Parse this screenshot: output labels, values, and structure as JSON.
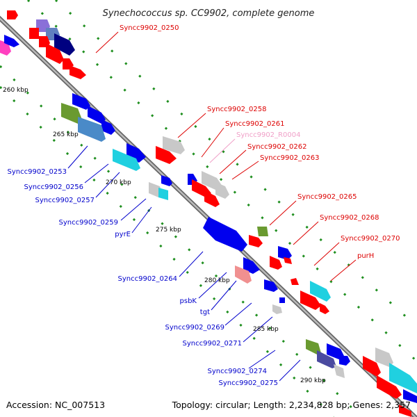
{
  "title": "Synechococcus sp. CC9902, complete genome",
  "accession": "Accession: NC_007513",
  "topology": "Topology: circular; Length: 2,234,828 bp; Genes: 2,357",
  "colors": {
    "backbone": "#8c8c8c",
    "tick": "#1f8f1f",
    "red_feature": "#ff0000",
    "blue_feature": "#0000ee",
    "red_label": "#dd0000",
    "blue_label": "#0000cc",
    "pink_label": "#f0a0c8"
  },
  "kbp_labels": [
    "260 kbp",
    "265 kbp",
    "270 kbp",
    "275 kbp",
    "280 kbp",
    "285 kbp",
    "290 kbp"
  ],
  "red_labels": [
    "Syncc9902_0250",
    "Syncc9902_0258",
    "Syncc9902_0261",
    "Syncc9902_R0004",
    "Syncc9902_0262",
    "Syncc9902_0263",
    "Syncc9902_0265",
    "Syncc9902_0268",
    "Syncc9902_0270",
    "purH"
  ],
  "blue_labels": [
    "Syncc9902_0253",
    "Syncc9902_0256",
    "Syncc9902_0257",
    "Syncc9902_0259",
    "pyrE",
    "Syncc9902_0264",
    "psbK",
    "tgt",
    "Syncc9902_0269",
    "Syncc9902_0271",
    "Syncc9902_0274",
    "Syncc9902_0275"
  ]
}
